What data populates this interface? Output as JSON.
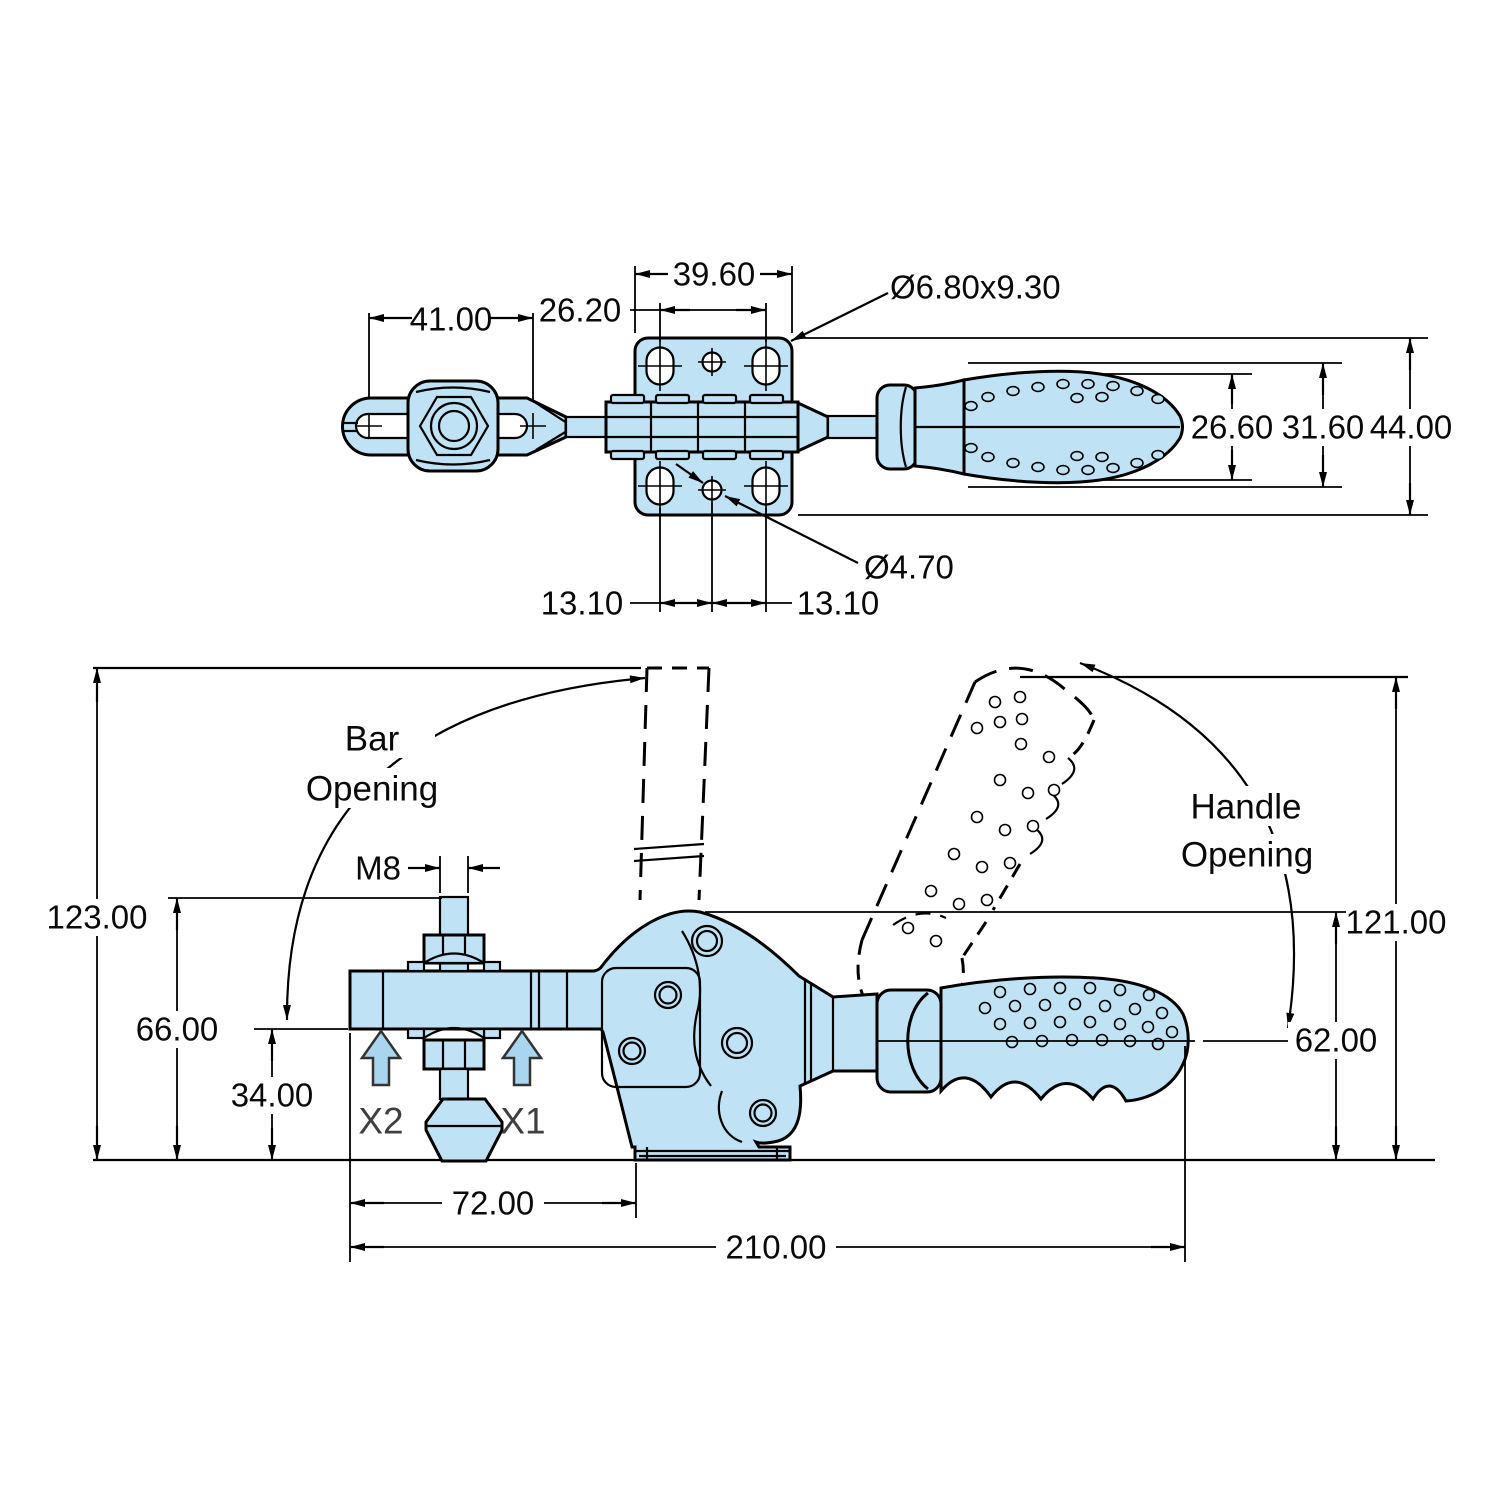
{
  "drawing_type": "technical-dimension-drawing",
  "subject": "horizontal toggle clamp, top view and side view",
  "colors": {
    "background": "#ffffff",
    "part_fill": "#BFE2F4",
    "arrow_fill": "#A9D6EE",
    "outline": "#000000",
    "label_gray": "#3F3F3F"
  },
  "top_view": {
    "dims": {
      "d41": "41.00",
      "d26_20": "26.20",
      "d39_60": "39.60",
      "slot_callout": "Ø6.80x9.30",
      "hole_callout": "Ø4.70",
      "d13_10_left": "13.10",
      "d13_10_right": "13.10",
      "d26_60": "26.60",
      "d31_60": "31.60",
      "d44": "44.00"
    }
  },
  "side_view": {
    "dims": {
      "d123": "123.00",
      "d66": "66.00",
      "d34": "34.00",
      "m8": "M8",
      "d121": "121.00",
      "d62": "62.00",
      "d72": "72.00",
      "d210": "210.00"
    },
    "labels": {
      "bar_1": "Bar",
      "bar_2": "Opening",
      "handle_1": "Handle",
      "handle_2": "Opening",
      "x1": "X1",
      "x2": "X2"
    }
  }
}
